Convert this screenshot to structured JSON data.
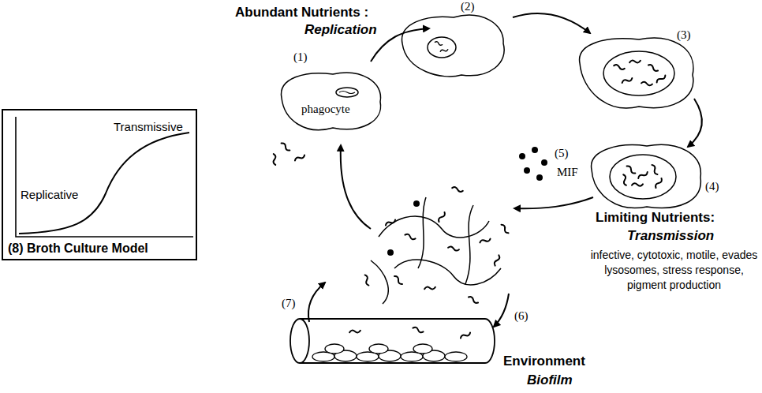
{
  "diagram": {
    "nodes": [
      {
        "text": [
          "phagocyte"
        ]
      },
      {
        "text": [
          "Transmissive",
          "Replicative",
          "(8) Broth Culture Model"
        ]
      }
    ],
    "labels": [
      "Abundant Nutrients :",
      "Replication",
      "(1)",
      "(2)",
      "(3)",
      "(4)",
      "(5)",
      "MIF",
      "Limiting Nutrients:",
      "Transmission",
      "infective, cytotoxic, motile, evades lysosomes, stress response, pigment production",
      "(6)",
      "(7)",
      "Environment",
      "Biofilm"
    ]
  }
}
